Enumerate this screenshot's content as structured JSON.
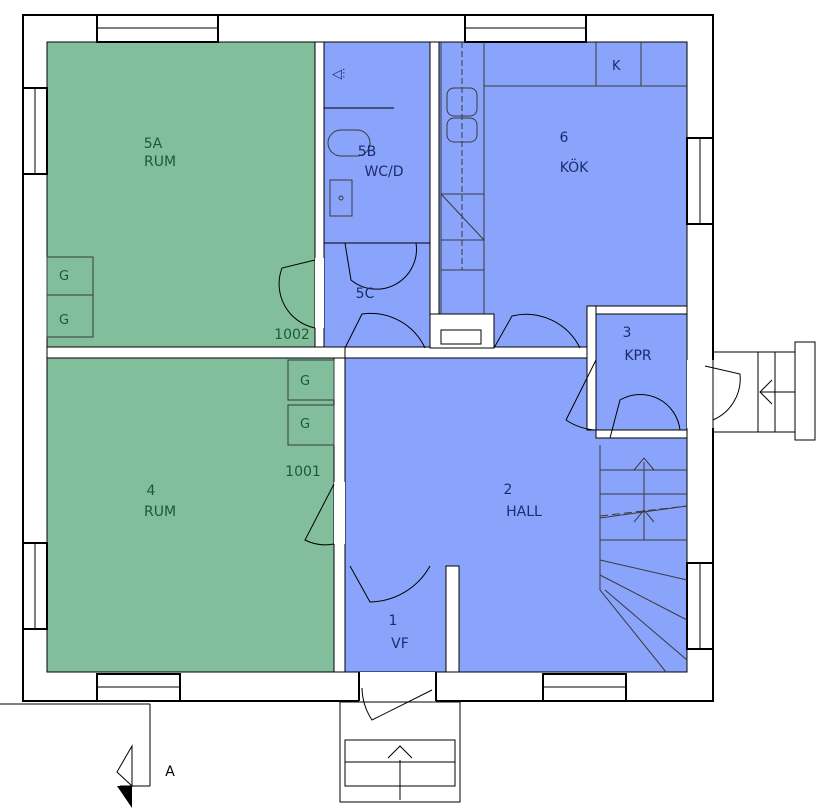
{
  "colors": {
    "green_room": "#82be9c",
    "blue_room": "#8aa4fb",
    "label_on_green": "#1c5a36",
    "label_on_blue": "#1c2c6e",
    "line": "#000000"
  },
  "rooms": [
    {
      "id": "5A",
      "number": "5A",
      "name": "RUM",
      "zone": "green"
    },
    {
      "id": "4",
      "number": "4",
      "name": "RUM",
      "zone": "green"
    },
    {
      "id": "5B",
      "number": "5B",
      "name": "WC/D",
      "zone": "blue"
    },
    {
      "id": "5C",
      "number": "5C",
      "name": "",
      "zone": "blue"
    },
    {
      "id": "6",
      "number": "6",
      "name": "KÖK",
      "zone": "blue"
    },
    {
      "id": "3",
      "number": "3",
      "name": "KPR",
      "zone": "blue"
    },
    {
      "id": "2",
      "number": "2",
      "name": "HALL",
      "zone": "blue"
    },
    {
      "id": "1",
      "number": "1",
      "name": "VF",
      "zone": "blue"
    }
  ],
  "fixtures": {
    "wardrobe_label": "G",
    "kitchen_marker": "K"
  },
  "door_numbers": [
    "1002",
    "1001"
  ],
  "section_marker": {
    "label": "A"
  }
}
